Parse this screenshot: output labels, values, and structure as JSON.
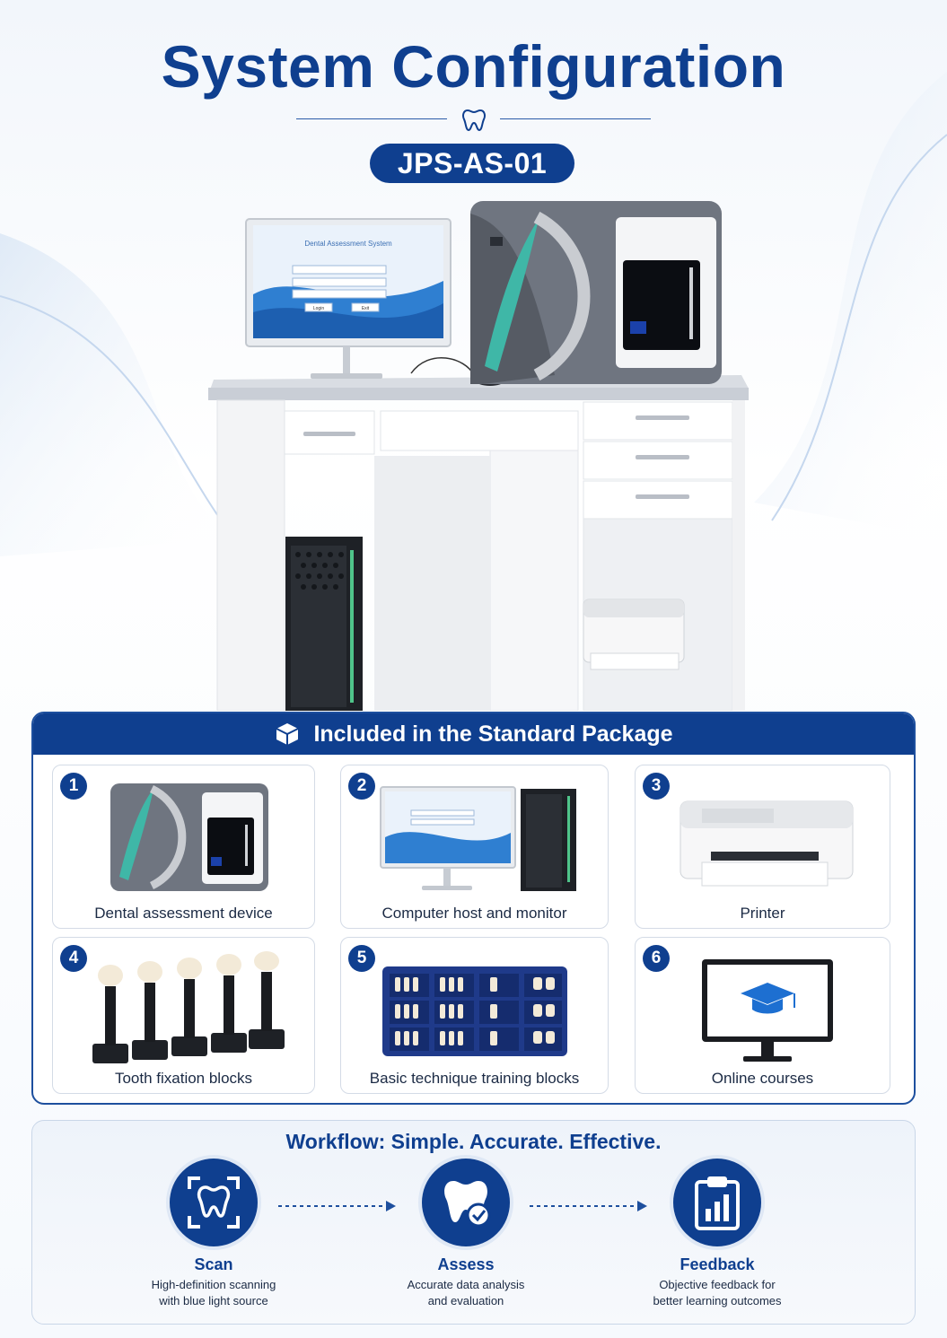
{
  "title": "System Configuration",
  "model": "JPS-AS-01",
  "hero": {
    "monitor_title": "Dental Assessment System",
    "login_label": "Login",
    "exit_label": "Exit"
  },
  "package": {
    "header": "Included in the Standard Package",
    "items": [
      {
        "num": "1",
        "label": "Dental assessment device"
      },
      {
        "num": "2",
        "label": "Computer host and monitor"
      },
      {
        "num": "3",
        "label": "Printer"
      },
      {
        "num": "4",
        "label": "Tooth fixation blocks"
      },
      {
        "num": "5",
        "label": "Basic technique training blocks"
      },
      {
        "num": "6",
        "label": "Online courses"
      }
    ]
  },
  "workflow": {
    "title": "Workflow: Simple. Accurate. Effective.",
    "steps": [
      {
        "name": "Scan",
        "desc1": "High-definition scanning",
        "desc2": "with blue light source",
        "icon": "tooth-scan-icon"
      },
      {
        "name": "Assess",
        "desc1": "Accurate data analysis",
        "desc2": "and evaluation",
        "icon": "tooth-check-icon"
      },
      {
        "name": "Feedback",
        "desc1": "Objective feedback for",
        "desc2": "better learning outcomes",
        "icon": "clipboard-chart-icon"
      }
    ]
  },
  "colors": {
    "brand": "#0f3f8f",
    "accent": "#3fb7a7",
    "device_gray": "#6f7580"
  }
}
